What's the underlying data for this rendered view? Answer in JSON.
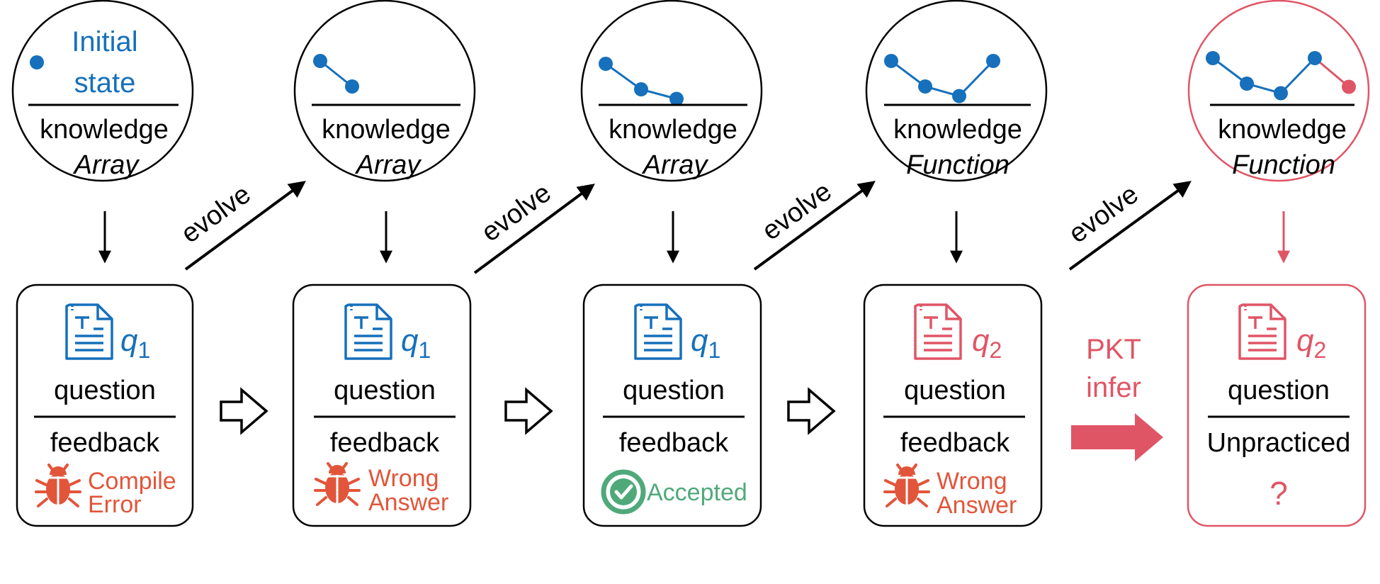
{
  "colors": {
    "ink": "#000000",
    "blue": "#1670bb",
    "red": "#e05566",
    "orange": "#e2553a",
    "green": "#4fa97a",
    "gray_text": "#222222"
  },
  "states": [
    {
      "title_lines": [
        "Initial",
        "state"
      ],
      "topic": "Array",
      "knowledge_label": "knowledge",
      "trajectory": [
        {
          "x": 0,
          "y": 0
        }
      ],
      "last_point_highlight": false,
      "highlight": false
    },
    {
      "title_lines": [],
      "topic": "Array",
      "knowledge_label": "knowledge",
      "trajectory": [
        {
          "x": 0,
          "y": 0
        },
        {
          "x": 1,
          "y": 0.8
        }
      ],
      "last_point_highlight": false,
      "highlight": false
    },
    {
      "title_lines": [],
      "topic": "Array",
      "knowledge_label": "knowledge",
      "trajectory": [
        {
          "x": 0,
          "y": 0
        },
        {
          "x": 1,
          "y": 0.8
        },
        {
          "x": 2,
          "y": 1.1
        }
      ],
      "last_point_highlight": false,
      "highlight": false
    },
    {
      "title_lines": [],
      "topic": "Function",
      "knowledge_label": "knowledge",
      "trajectory": [
        {
          "x": 0,
          "y": 0
        },
        {
          "x": 1,
          "y": 0.8
        },
        {
          "x": 2,
          "y": 1.1
        },
        {
          "x": 3,
          "y": 0
        }
      ],
      "last_point_highlight": false,
      "highlight": false
    },
    {
      "title_lines": [],
      "topic": "Function",
      "knowledge_label": "knowledge",
      "trajectory": [
        {
          "x": 0,
          "y": 0
        },
        {
          "x": 1,
          "y": 0.8
        },
        {
          "x": 2,
          "y": 1.1
        },
        {
          "x": 3,
          "y": 0
        },
        {
          "x": 4,
          "y": 0.9
        }
      ],
      "last_point_highlight": true,
      "highlight": true
    }
  ],
  "evolve_label": "evolve",
  "questions": [
    {
      "q_base": "q",
      "q_sub": "1",
      "question_label": "question",
      "feedback_label": "feedback",
      "result_lines": [
        "Compile",
        "Error"
      ],
      "result_icon": "bug-icon",
      "result_color": "#e2553a",
      "highlight": false
    },
    {
      "q_base": "q",
      "q_sub": "1",
      "question_label": "question",
      "feedback_label": "feedback",
      "result_lines": [
        "Wrong",
        "Answer"
      ],
      "result_icon": "bug-icon",
      "result_color": "#e2553a",
      "highlight": false
    },
    {
      "q_base": "q",
      "q_sub": "1",
      "question_label": "question",
      "feedback_label": "feedback",
      "result_lines": [
        "Accepted"
      ],
      "result_icon": "check-circle-icon",
      "result_color": "#4fa97a",
      "highlight": false
    },
    {
      "q_base": "q",
      "q_sub": "2",
      "question_label": "question",
      "feedback_label": "feedback",
      "result_lines": [
        "Wrong",
        "Answer"
      ],
      "result_icon": "bug-icon",
      "result_color": "#e2553a",
      "highlight": false
    },
    {
      "q_base": "q",
      "q_sub": "2",
      "question_label": "question",
      "feedback_label": "Unpracticed",
      "result_lines": [
        "?"
      ],
      "result_icon": "question-mark",
      "result_color": "#e05566",
      "highlight": true
    }
  ],
  "pkt_label_lines": [
    "PKT",
    "infer"
  ]
}
